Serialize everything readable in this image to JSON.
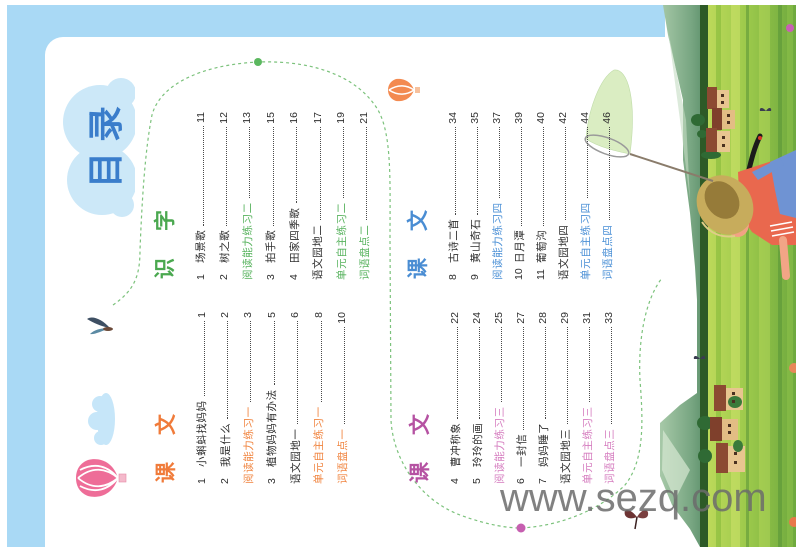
{
  "title": "目录",
  "sections": [
    {
      "heading": "课文",
      "accent": "#f07b3a",
      "accent_light": "#f0843f",
      "items": [
        {
          "num": "1",
          "label": "小蝌蚪找妈妈",
          "page": "1"
        },
        {
          "num": "2",
          "label": "我是什么",
          "page": "2"
        },
        {
          "label": "阅读能力练习一",
          "page": "3",
          "highlight": true
        },
        {
          "num": "3",
          "label": "植物妈妈有办法",
          "page": "5"
        },
        {
          "label": "语文园地一",
          "page": "6"
        },
        {
          "label": "单元自主练习一",
          "page": "8",
          "highlight": true
        },
        {
          "label": "词语盘点一",
          "page": "10",
          "highlight": true
        }
      ]
    },
    {
      "heading": "识字",
      "accent": "#4aa84f",
      "accent_light": "#56b25c",
      "items": [
        {
          "num": "1",
          "label": "场景歌",
          "page": "11"
        },
        {
          "num": "2",
          "label": "树之歌",
          "page": "12"
        },
        {
          "label": "阅读能力练习二",
          "page": "13",
          "highlight": true
        },
        {
          "num": "3",
          "label": "拍手歌",
          "page": "15"
        },
        {
          "num": "4",
          "label": "田家四季歌",
          "page": "16"
        },
        {
          "label": "语文园地二",
          "page": "17"
        },
        {
          "label": "单元自主练习二",
          "page": "19",
          "highlight": true
        },
        {
          "label": "词语盘点二",
          "page": "21",
          "highlight": true
        }
      ]
    },
    {
      "heading": "课文",
      "accent": "#b552a2",
      "accent_light": "#d57cbf",
      "items": [
        {
          "num": "4",
          "label": "曹冲称象",
          "page": "22"
        },
        {
          "num": "5",
          "label": "玲玲的画",
          "page": "24"
        },
        {
          "label": "阅读能力练习三",
          "page": "25",
          "highlight": true
        },
        {
          "num": "6",
          "label": "一封信",
          "page": "27"
        },
        {
          "num": "7",
          "label": "妈妈睡了",
          "page": "28"
        },
        {
          "label": "语文园地三",
          "page": "29"
        },
        {
          "label": "单元自主练习三",
          "page": "31",
          "highlight": true
        },
        {
          "label": "词语盘点三",
          "page": "33",
          "highlight": true
        }
      ]
    },
    {
      "heading": "课文",
      "accent": "#4a8dd3",
      "accent_light": "#4b90d6",
      "items": [
        {
          "num": "8",
          "label": "古诗二首",
          "page": "34"
        },
        {
          "num": "9",
          "label": "黄山奇石",
          "page": "35"
        },
        {
          "label": "阅读能力练习四",
          "page": "37",
          "highlight": true
        },
        {
          "num": "10",
          "label": "日月潭",
          "page": "39"
        },
        {
          "num": "11",
          "label": "葡萄沟",
          "page": "40"
        },
        {
          "label": "语文园地四",
          "page": "42"
        },
        {
          "label": "单元自主练习四",
          "page": "44",
          "highlight": true
        },
        {
          "label": "词语盘点四",
          "page": "46",
          "highlight": true
        }
      ]
    }
  ],
  "watermark": "www.sezq.com",
  "colors": {
    "frame": "#a9d9f5",
    "title": "#3a7dcb",
    "title_cloud": "#cce8f8",
    "dashed_path": "#7cc27c",
    "dot_green": "#5bb85f",
    "dot_pink": "#c65fb0",
    "body_text": "#2e2e2e"
  }
}
